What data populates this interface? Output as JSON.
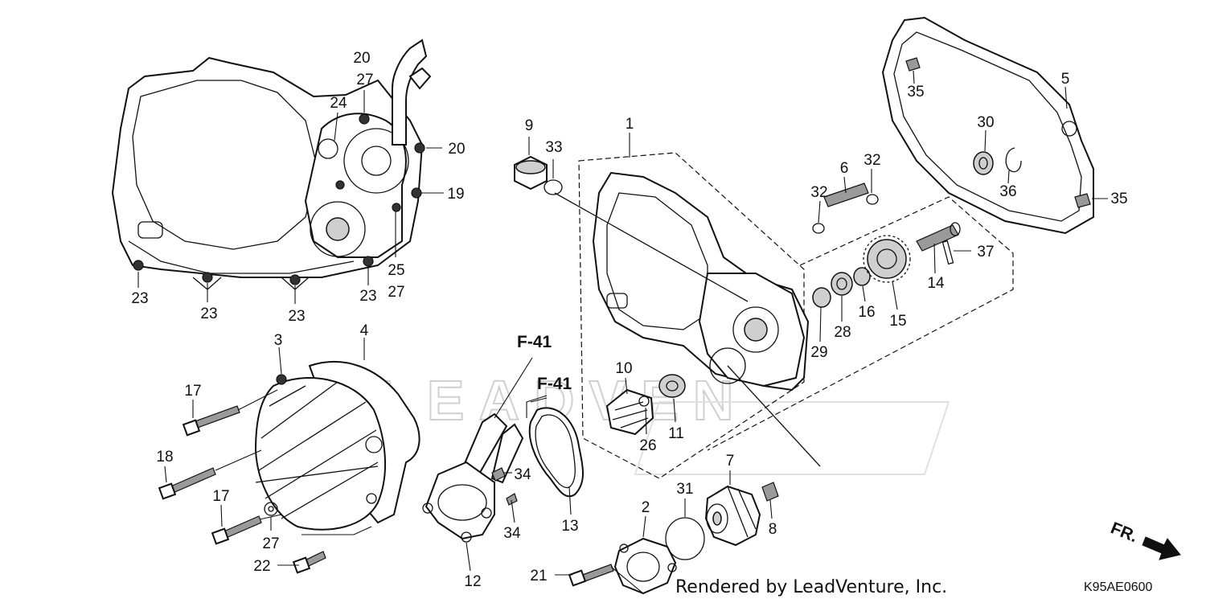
{
  "callouts": {
    "c1": "1",
    "c2": "2",
    "c3": "3",
    "c4": "4",
    "c5": "5",
    "c6": "6",
    "c7": "7",
    "c8": "8",
    "c9": "9",
    "c10": "10",
    "c11": "11",
    "c12": "12",
    "c13": "13",
    "c14": "14",
    "c15": "15",
    "c16": "16",
    "c17a": "17",
    "c17b": "17",
    "c18": "18",
    "c19": "19",
    "c20a": "20",
    "c20b": "20",
    "c21": "21",
    "c22": "22",
    "c23a": "23",
    "c23b": "23",
    "c23c": "23",
    "c23d": "23",
    "c24": "24",
    "c25": "25",
    "c26": "26",
    "c27a": "27",
    "c27b": "27",
    "c27c": "27",
    "c28": "28",
    "c29": "29",
    "c30": "30",
    "c31": "31",
    "c32a": "32",
    "c32b": "32",
    "c33": "33",
    "c34a": "34",
    "c34b": "34",
    "c35a": "35",
    "c35b": "35",
    "c36": "36",
    "c37": "37"
  },
  "references": {
    "f41a": "F-41",
    "f41b": "F-41"
  },
  "direction": {
    "fr": "FR."
  },
  "footer": {
    "credit": "Rendered by LeadVenture, Inc.",
    "diagram_code": "K95AE0600"
  }
}
